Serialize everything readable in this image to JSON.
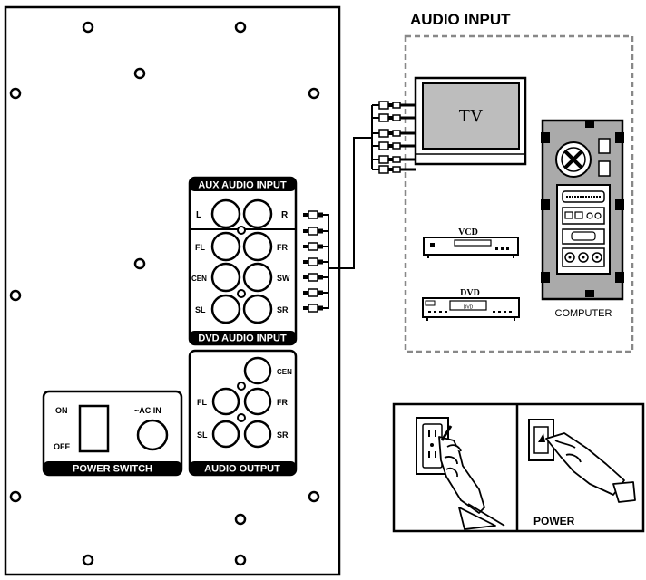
{
  "panel": {
    "aux": {
      "title": "AUX AUDIO INPUT",
      "left": "L",
      "right": "R"
    },
    "dvd": {
      "title": "DVD AUDIO INPUT",
      "fl": "FL",
      "fr": "FR",
      "cen": "CEN",
      "sw": "SW",
      "sl": "SL",
      "sr": "SR"
    },
    "output": {
      "title": "AUDIO OUTPUT",
      "cen": "CEN",
      "fl": "FL",
      "fr": "FR",
      "sl": "SL",
      "sr": "SR"
    },
    "power": {
      "title": "POWER SWITCH",
      "on": "ON",
      "off": "OFF",
      "ac_in": "~AC IN"
    }
  },
  "sources": {
    "title": "AUDIO INPUT",
    "tv": "TV",
    "vcd": "VCD",
    "dvd": "DVD",
    "computer": "COMPUTER"
  },
  "power_box": {
    "label": "POWER"
  }
}
